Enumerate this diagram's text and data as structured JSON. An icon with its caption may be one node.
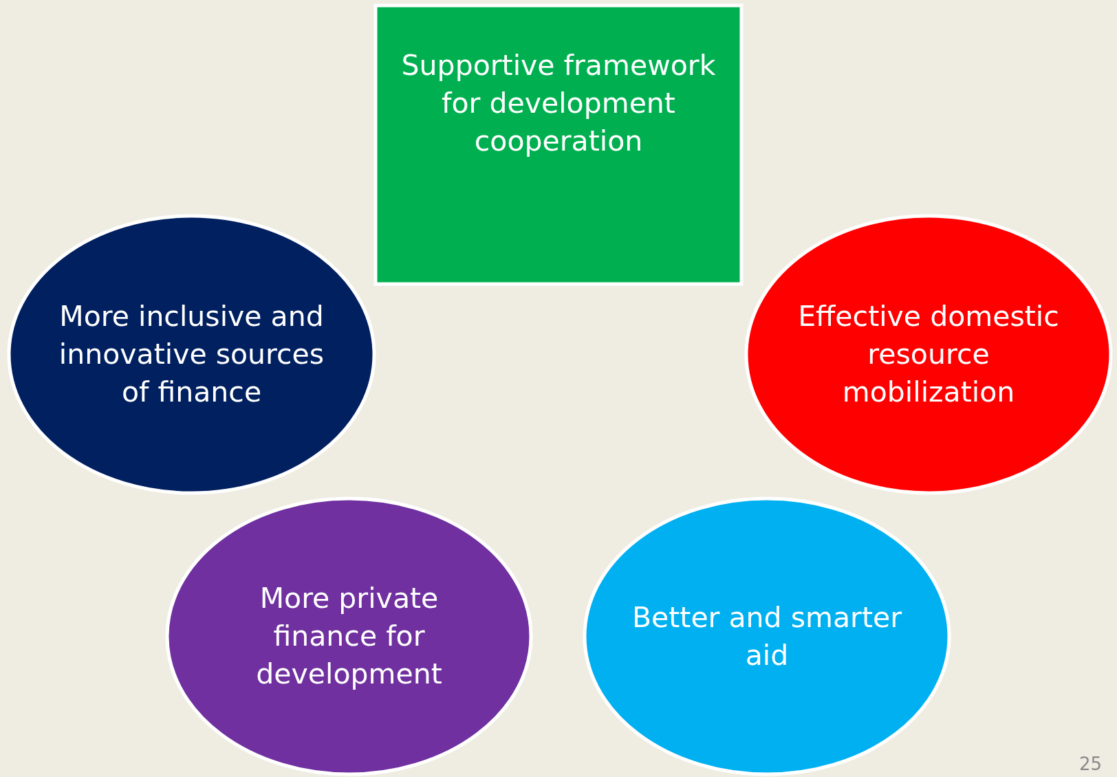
{
  "diagram": {
    "nodes": [
      {
        "text": [
          "Supportive framework for development cooperation"
        ]
      },
      {
        "text": [
          "More inclusive and innovative sources of finance"
        ]
      },
      {
        "text": [
          "Effective domestic resource mobilization"
        ]
      },
      {
        "text": [
          "More private finance for development"
        ]
      },
      {
        "text": [
          "Better and smarter aid"
        ]
      }
    ],
    "labels": [
      "25"
    ]
  }
}
